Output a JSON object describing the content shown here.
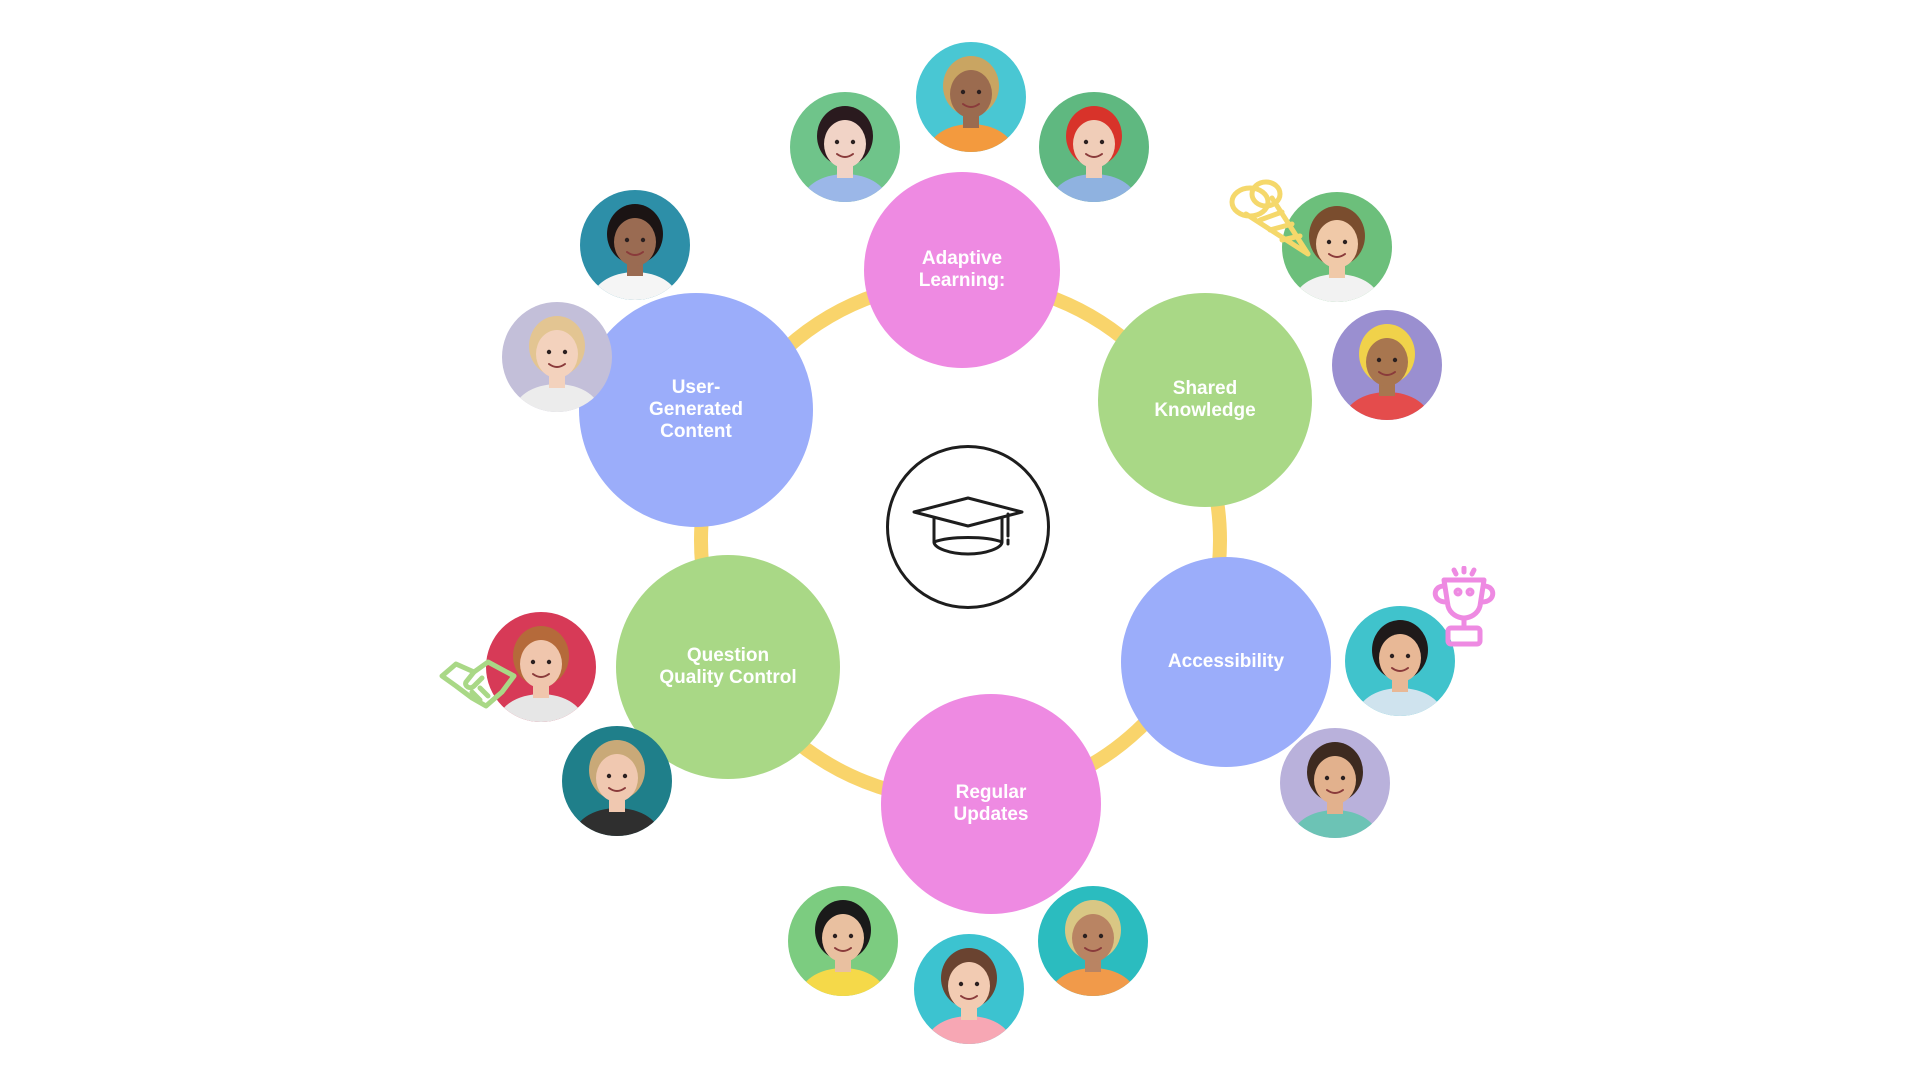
{
  "center": {
    "icon": "graduation-cap-icon"
  },
  "ring_color": "#f9d46b",
  "colors": {
    "pink": "#ee8ae2",
    "green": "#a9d886",
    "blue": "#9badfa"
  },
  "nodes": [
    {
      "id": "adaptive",
      "label": "Adaptive\nLearning:",
      "color": "#ee8ae2"
    },
    {
      "id": "shared",
      "label": "Shared\nKnowledge",
      "color": "#a9d886"
    },
    {
      "id": "access",
      "label": "Accessibility",
      "color": "#9badfa"
    },
    {
      "id": "updates",
      "label": "Regular\nUpdates",
      "color": "#ee8ae2"
    },
    {
      "id": "question",
      "label": "Question\nQuality Control",
      "color": "#a9d886"
    },
    {
      "id": "ugc",
      "label": "User-\nGenerated\nContent",
      "color": "#9badfa"
    }
  ],
  "avatars": [
    {
      "name": "avatar-red-hair",
      "bg": "#6fc48a",
      "hair": "#2a1a1e",
      "skin": "#f1d3c6",
      "top": "#9bb7e8"
    },
    {
      "name": "avatar-curly-blond",
      "bg": "#49c7d3",
      "hair": "#c9a562",
      "skin": "#9b6b4f",
      "top": "#f39a3e"
    },
    {
      "name": "avatar-red-beret",
      "bg": "#5fb880",
      "hair": "#d8332a",
      "skin": "#f0cdb8",
      "top": "#8fb2e0"
    },
    {
      "name": "avatar-braided-woman",
      "bg": "#6cbf7b",
      "hair": "#7a4d2e",
      "skin": "#f0c9a8",
      "top": "#f2f2f2"
    },
    {
      "name": "avatar-yellow-cap",
      "bg": "#9a8fd0",
      "hair": "#f0d24a",
      "skin": "#a8764f",
      "top": "#e44c4c"
    },
    {
      "name": "avatar-smiling-woman",
      "bg": "#40c3cc",
      "hair": "#1f1a1a",
      "skin": "#e8b896",
      "top": "#cfe3ee"
    },
    {
      "name": "avatar-bearded-man",
      "bg": "#b9b1db",
      "hair": "#3d2a20",
      "skin": "#e2b18d",
      "top": "#6cc3b5"
    },
    {
      "name": "avatar-bleached-hair",
      "bg": "#2bbcbf",
      "hair": "#d9c784",
      "skin": "#b98463",
      "top": "#f19a4a"
    },
    {
      "name": "avatar-woman-pink",
      "bg": "#3cc3d0",
      "hair": "#6a4330",
      "skin": "#f2cbb2",
      "top": "#f7a7b4"
    },
    {
      "name": "avatar-short-dark-hair",
      "bg": "#7ccc80",
      "hair": "#1a1a1a",
      "skin": "#e9c0a0",
      "top": "#f5d949"
    },
    {
      "name": "avatar-smiling-man",
      "bg": "#1f7f8a",
      "hair": "#c9a978",
      "skin": "#f0c8b0",
      "top": "#2f2f2f"
    },
    {
      "name": "avatar-red-bg-man",
      "bg": "#d73a57",
      "hair": "#b56a3a",
      "skin": "#f0c6ad",
      "top": "#e6e6e6"
    },
    {
      "name": "avatar-laughing-woman",
      "bg": "#c3bfd9",
      "hair": "#e3c592",
      "skin": "#f3d2bd",
      "top": "#ececec"
    },
    {
      "name": "avatar-hoop-earrings",
      "bg": "#2d8fa8",
      "hair": "#1b1414",
      "skin": "#9a6b52",
      "top": "#f5f5f5"
    }
  ],
  "stickers": [
    {
      "name": "ice-cream-cone-icon",
      "color": "#f5d86b"
    },
    {
      "name": "trophy-icon",
      "color": "#ee8ae2"
    },
    {
      "name": "handshake-icon",
      "color": "#a9d886"
    }
  ]
}
